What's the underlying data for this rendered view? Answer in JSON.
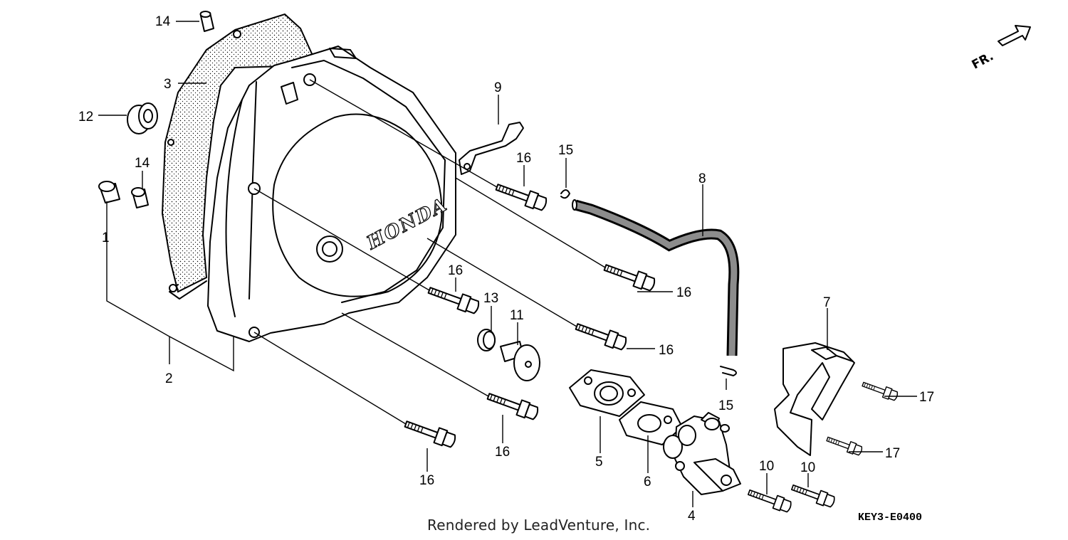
{
  "footer": {
    "credit": "Rendered by LeadVenture, Inc.",
    "diagram_code": "KEY3-E0400"
  },
  "direction_marker": "FR.",
  "cover_logo": "HONDA",
  "callouts": [
    {
      "id": "c1",
      "label": "1"
    },
    {
      "id": "c2",
      "label": "2"
    },
    {
      "id": "c3",
      "label": "3"
    },
    {
      "id": "c4",
      "label": "4"
    },
    {
      "id": "c5",
      "label": "5"
    },
    {
      "id": "c6",
      "label": "6"
    },
    {
      "id": "c7",
      "label": "7"
    },
    {
      "id": "c8",
      "label": "8"
    },
    {
      "id": "c9",
      "label": "9"
    },
    {
      "id": "c10a",
      "label": "10"
    },
    {
      "id": "c10b",
      "label": "10"
    },
    {
      "id": "c11",
      "label": "11"
    },
    {
      "id": "c12",
      "label": "12"
    },
    {
      "id": "c13",
      "label": "13"
    },
    {
      "id": "c14a",
      "label": "14"
    },
    {
      "id": "c14b",
      "label": "14"
    },
    {
      "id": "c15a",
      "label": "15"
    },
    {
      "id": "c15b",
      "label": "15"
    },
    {
      "id": "c16a",
      "label": "16"
    },
    {
      "id": "c16b",
      "label": "16"
    },
    {
      "id": "c16c",
      "label": "16"
    },
    {
      "id": "c16d",
      "label": "16"
    },
    {
      "id": "c16e",
      "label": "16"
    },
    {
      "id": "c16f",
      "label": "16"
    },
    {
      "id": "c17a",
      "label": "17"
    },
    {
      "id": "c17b",
      "label": "17"
    }
  ]
}
